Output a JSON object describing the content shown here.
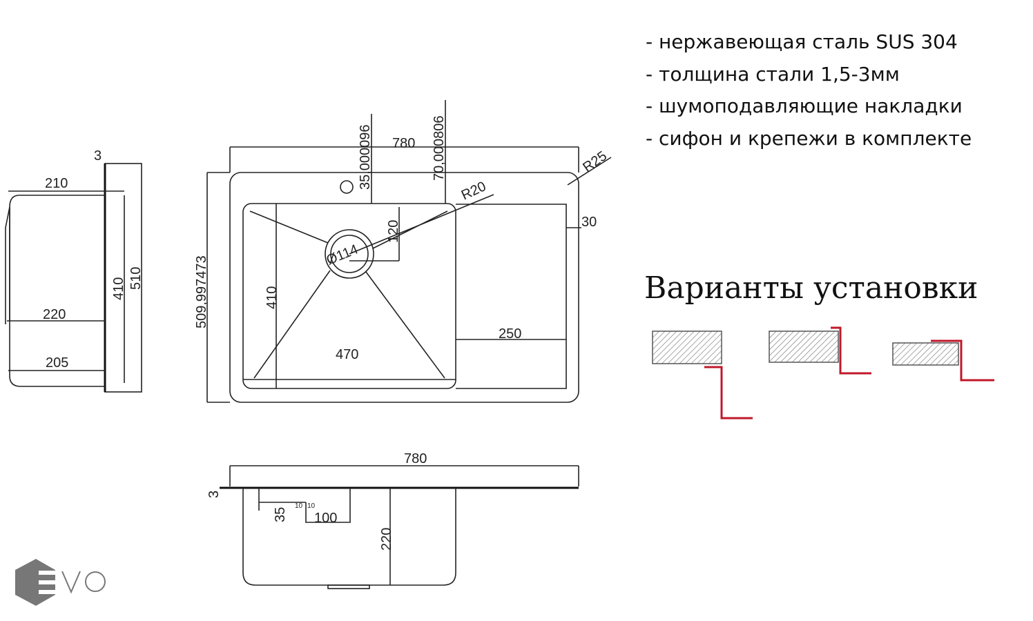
{
  "specs": [
    "- нержавеющая сталь SUS 304",
    "- толщина стали 1,5-3мм",
    "- шумоподавляющие накладки",
    "- сифон и крепежи в комплекте"
  ],
  "install_title": "Варианты установки",
  "side_view": {
    "d3": "3",
    "d210": "210",
    "d410": "410",
    "d510": "510",
    "d220": "220",
    "d205": "205"
  },
  "top_view": {
    "d780": "780",
    "d35": "35,000096",
    "d70": "70,000806",
    "r25": "R25",
    "r20": "R20",
    "d30": "30",
    "d120": "120",
    "d114": "Ø114",
    "d410": "410",
    "d509": "509,997473",
    "d470": "470",
    "d250": "250"
  },
  "front_view": {
    "d780": "780",
    "d3": "3",
    "d35": "35",
    "d10a": "10",
    "d10b": "10",
    "d100": "100",
    "d220": "220"
  },
  "logo": {
    "text": "EVO"
  },
  "colors": {
    "accent": "#c0182a",
    "hatch": "#888888",
    "logo": "#777777"
  }
}
